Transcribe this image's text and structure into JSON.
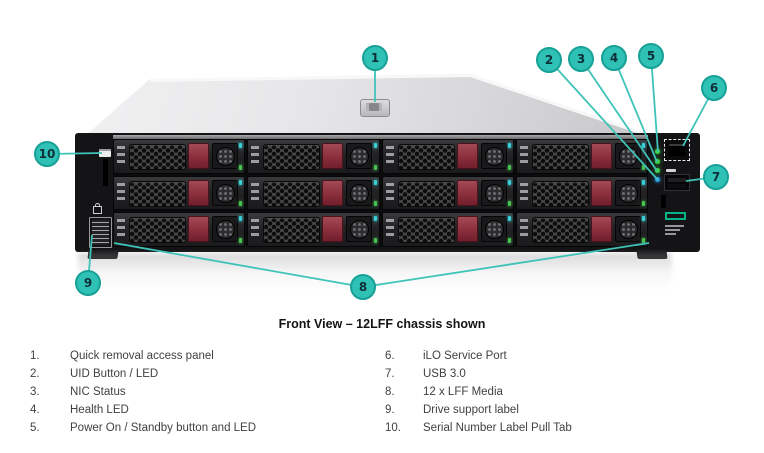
{
  "figure": {
    "caption": "Front View – 12LFF chassis shown"
  },
  "callout_numbers": [
    "1",
    "2",
    "3",
    "4",
    "5",
    "6",
    "7",
    "8",
    "9",
    "10"
  ],
  "legend": {
    "left": [
      {
        "num": "1.",
        "label": "Quick removal access panel"
      },
      {
        "num": "2.",
        "label": "UID Button / LED"
      },
      {
        "num": "3.",
        "label": "NIC Status"
      },
      {
        "num": "4.",
        "label": "Health LED"
      },
      {
        "num": "5.",
        "label": "Power On / Standby button and LED"
      }
    ],
    "right": [
      {
        "num": "6.",
        "label": "iLO Service Port"
      },
      {
        "num": "7.",
        "label": "USB 3.0"
      },
      {
        "num": "8.",
        "label": "12 x LFF Media"
      },
      {
        "num": "9.",
        "label": "Drive support label"
      },
      {
        "num": "10.",
        "label": "Serial Number Label Pull Tab"
      }
    ]
  },
  "colors": {
    "callout_fill": "#2FC1B5",
    "callout_border": "#17A096",
    "leader_line": "#3FC3B8",
    "hpe_green": "#00B388",
    "drive_latch_maroon": "#8B2F3D",
    "front_led_green": "#3ED24B",
    "front_led_blue": "#2E9BE8",
    "drive_led_cyan": "#35D0D8",
    "drive_led_green": "#46C24F"
  }
}
